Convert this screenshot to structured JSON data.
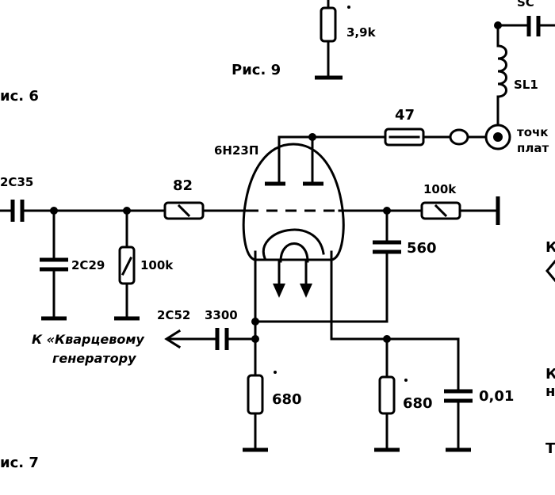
{
  "figures": {
    "fig9": "Рис. 9",
    "fig6": "ис. 6",
    "fig7": "ис. 7"
  },
  "labels": {
    "top_res": "3,9k",
    "r47": "47",
    "sl1": "SL1",
    "sc_partial": "SC",
    "tube": "6Н23П",
    "c35": "2C35",
    "r82": "82",
    "c29": "2C29",
    "r100k_left": "100k",
    "r100k_right": "100k",
    "c560": "560",
    "c52": "2C52",
    "c3300": "3300",
    "r680_left": "680",
    "r680_right": "680",
    "c001": "0,01",
    "to_label_line1": "К  «Кварцевому",
    "to_label_line2": "генератору",
    "point_line1": "точк",
    "point_line2": "плат",
    "edge_k1": "К",
    "edge_k2": "К",
    "edge_n": "н",
    "edge_t": "Т"
  }
}
